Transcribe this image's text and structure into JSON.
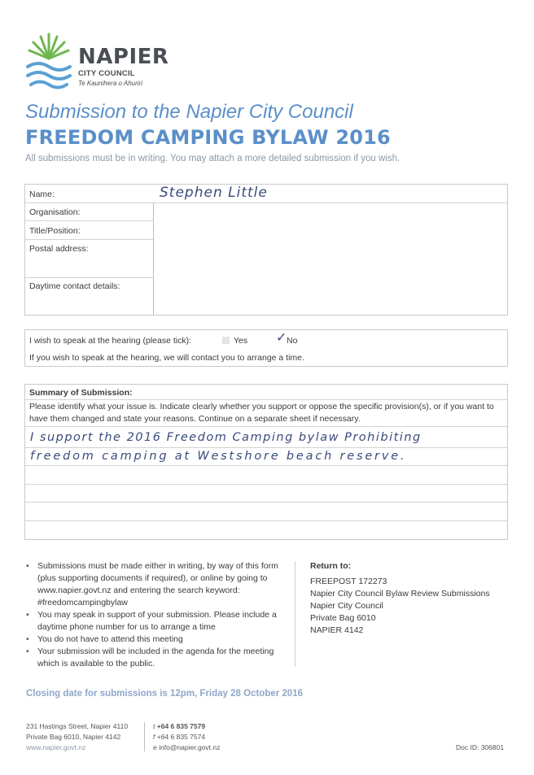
{
  "logo": {
    "wordmark": "NAPIER",
    "sub": "CITY COUNCIL",
    "tagline": "Te Kaunihera o Ahuriri",
    "colors": {
      "leaf": "#6fb64f",
      "wave": "#5aa0d4"
    }
  },
  "heading": {
    "line1": "Submission to the Napier City Council",
    "line2": "FREEDOM CAMPING BYLAW 2016",
    "intro": "All submissions must be in writing.  You may attach a more detailed submission if you wish."
  },
  "details": {
    "name_label": "Name:",
    "name_value": "Stephen Little",
    "organisation_label": "Organisation:",
    "title_label": "Title/Position:",
    "postal_label": "Postal address:",
    "contact_label": "Daytime contact details:"
  },
  "hearing": {
    "question": "I wish to speak at the hearing (please tick):",
    "yes_label": "Yes",
    "no_label": "No",
    "no_tick": "✓",
    "note": "If you wish to speak at the hearing, we will contact you to arrange a time."
  },
  "summary": {
    "heading": "Summary of Submission:",
    "instructions": "Please identify what your issue is. Indicate clearly whether you support or oppose the specific provision(s), or if you want to have them changed and state your reasons. Continue on a separate sheet if necessary.",
    "handwritten_line1": "I support the 2016 Freedom Camping bylaw Prohibiting",
    "handwritten_line2": "freedom camping at Westshore beach reserve."
  },
  "notes": {
    "bullets": [
      "Submissions must be made either in writing, by way of this form (plus supporting documents if required), or online by going to www.napier.govt.nz and entering the search keyword: #freedomcampingbylaw",
      "You may speak in support of your submission. Please include a daytime phone number for us to arrange a time",
      "You do not have to attend this meeting",
      "Your submission will be included in the agenda for the meeting which is available to the public."
    ]
  },
  "return_to": {
    "heading": "Return to:",
    "lines": [
      "FREEPOST 172273",
      "Napier City Council Bylaw Review Submissions",
      "Napier City Council",
      "Private Bag 6010",
      "NAPIER 4142"
    ]
  },
  "closing": "Closing date for submissions is 12pm, Friday 28 October 2016",
  "footer": {
    "address1": "231 Hastings Street, Napier 4110",
    "address2": "Private Bag 6010, Napier 4142",
    "website": "www.napier.govt.nz",
    "phone_prefix": "t",
    "phone": "+64 6 835 7579",
    "fax_prefix": "f",
    "fax": "+64 6 835 7574",
    "email_prefix": "e",
    "email": "info@napier.govt.nz",
    "doc_id": "Doc ID: 306801"
  }
}
